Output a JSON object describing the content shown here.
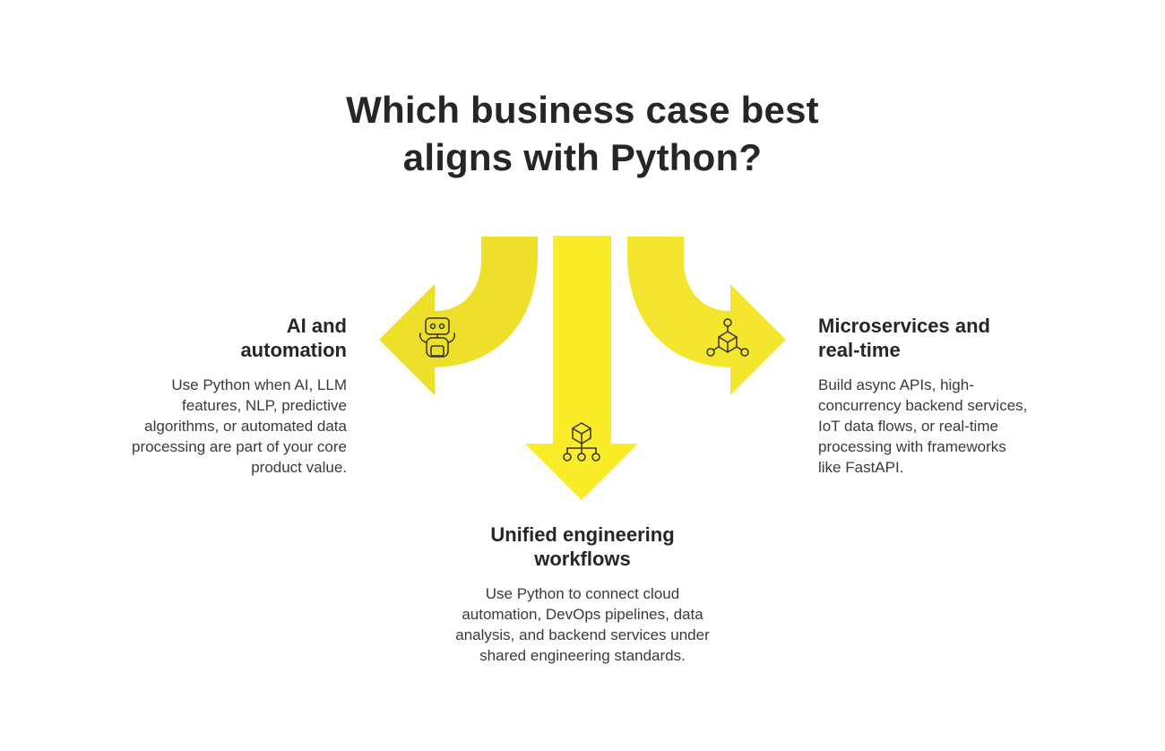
{
  "title": {
    "line1": "Which business case best",
    "line2": "aligns with Python?"
  },
  "colors": {
    "left_arrow": "#EEE02A",
    "center_arrow": "#FBEC2A",
    "right_arrow": "#F4E52E",
    "icon_stroke": "#333333",
    "text": "#262626"
  },
  "options": [
    {
      "heading_line1": "AI and",
      "heading_line2": "automation",
      "description_lines": [
        "Use Python when AI, LLM",
        "features, NLP, predictive",
        "algorithms, or automated data",
        "processing are part of your core",
        "product value."
      ],
      "icon": "robot-icon"
    },
    {
      "heading_line1": "Unified engineering",
      "heading_line2": "workflows",
      "description_lines": [
        "Use Python to connect cloud",
        "automation, DevOps pipelines, data",
        "analysis, and backend services under",
        "shared engineering standards."
      ],
      "icon": "cube-hierarchy-icon"
    },
    {
      "heading_line1": "Microservices and",
      "heading_line2": "real-time",
      "description_lines": [
        "Build async APIs, high-",
        "concurrency backend services,",
        "IoT data flows, or real-time",
        "processing with frameworks",
        "like FastAPI."
      ],
      "icon": "cube-network-icon"
    }
  ]
}
